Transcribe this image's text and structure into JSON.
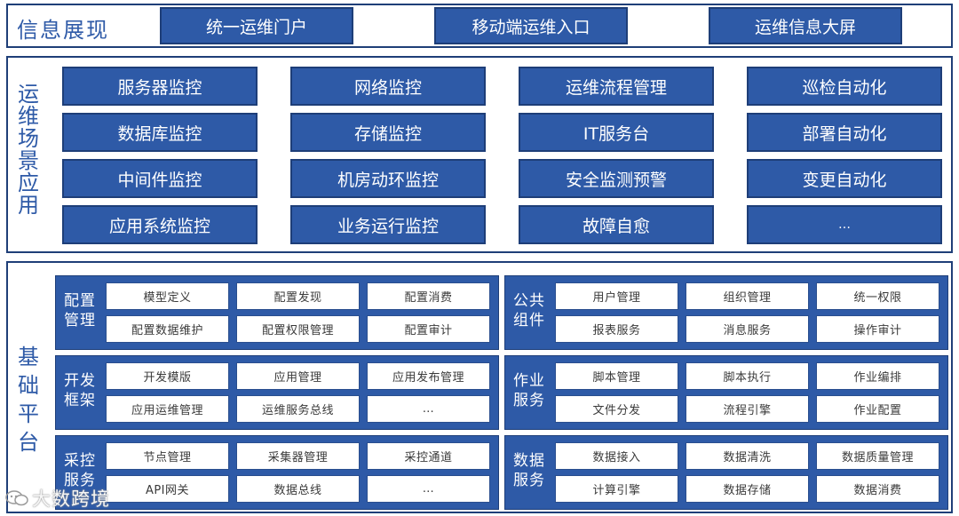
{
  "colors": {
    "primary_blue": "#2e5aa7",
    "border_blue": "#1f3f78",
    "cell_text": "#3a3a3a"
  },
  "display_layer": {
    "title": "信息展现",
    "items": [
      "统一运维门户",
      "移动端运维入口",
      "运维信息大屏"
    ]
  },
  "scenario_layer": {
    "title": "运维场景应用",
    "rows": [
      [
        "服务器监控",
        "网络监控",
        "运维流程管理",
        "巡检自动化"
      ],
      [
        "数据库监控",
        "存储监控",
        "IT服务台",
        "部署自动化"
      ],
      [
        "中间件监控",
        "机房动环监控",
        "安全监测预警",
        "变更自动化"
      ],
      [
        "应用系统监控",
        "业务运行监控",
        "故障自愈",
        "…"
      ]
    ]
  },
  "platform_layer": {
    "title": "基础平台",
    "modules": [
      {
        "label": "配置管理",
        "cells": [
          "模型定义",
          "配置发现",
          "配置消费",
          "配置数据维护",
          "配置权限管理",
          "配置审计"
        ]
      },
      {
        "label": "公共组件",
        "cells": [
          "用户管理",
          "组织管理",
          "统一权限",
          "报表服务",
          "消息服务",
          "操作审计"
        ]
      },
      {
        "label": "开发框架",
        "cells": [
          "开发模版",
          "应用管理",
          "应用发布管理",
          "应用运维管理",
          "运维服务总线",
          "…"
        ]
      },
      {
        "label": "作业服务",
        "cells": [
          "脚本管理",
          "脚本执行",
          "作业编排",
          "文件分发",
          "流程引擎",
          "作业配置"
        ]
      },
      {
        "label": "采控服务",
        "cells": [
          "节点管理",
          "采集器管理",
          "采控通道",
          "API网关",
          "数据总线",
          "…"
        ]
      },
      {
        "label": "数据服务",
        "cells": [
          "数据接入",
          "数据清洗",
          "数据质量管理",
          "计算引擎",
          "数据存储",
          "数据消费"
        ]
      }
    ]
  },
  "watermark": {
    "text": "大数跨境",
    "icon": "wechat-logo-icon"
  }
}
